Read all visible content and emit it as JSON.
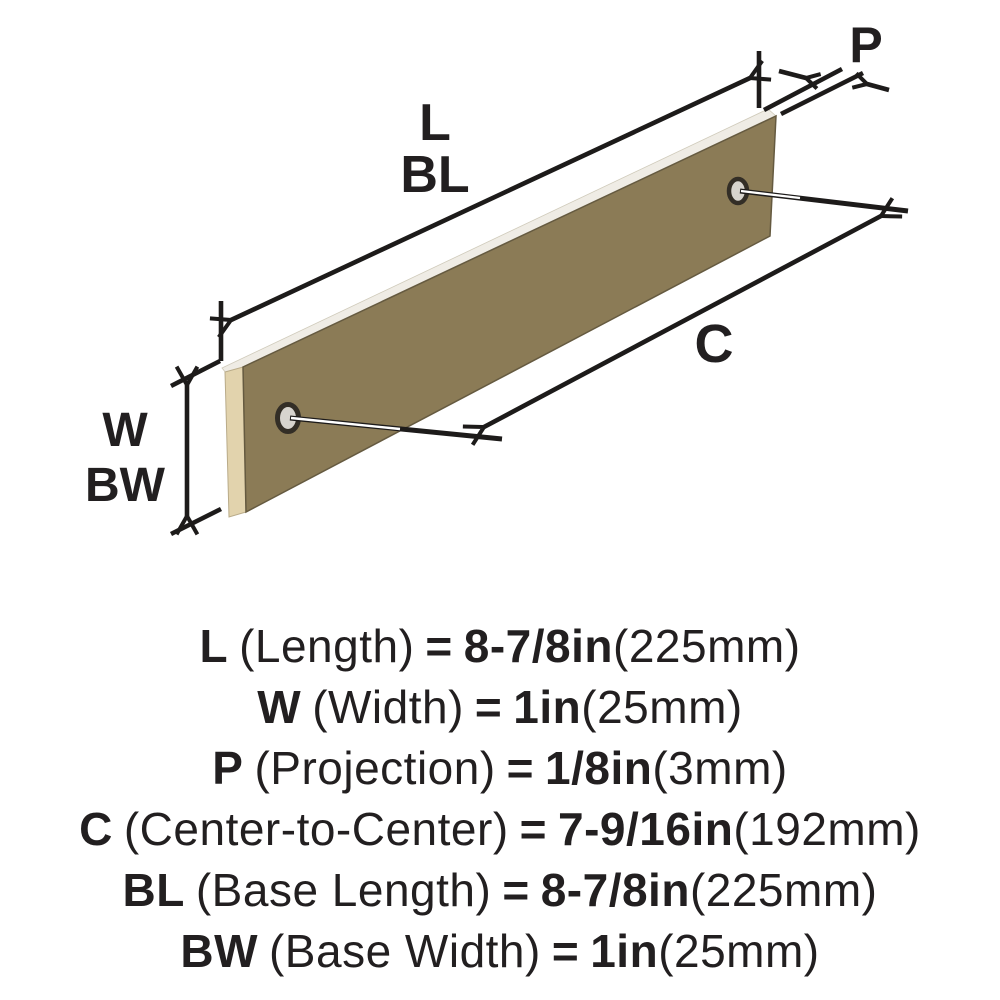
{
  "diagram": {
    "labels": {
      "length": "L",
      "base_length": "BL",
      "projection": "P",
      "center_to_center": "C",
      "width": "W",
      "base_width": "BW"
    },
    "colors": {
      "bar_face": "#8b7b56",
      "bar_end": "#e2d3ad",
      "bar_top": "#efece5",
      "line": "#1d1b1a"
    }
  },
  "specs": [
    {
      "letter": "L",
      "name": "(Length)",
      "eq": "=",
      "value": "8-7/8in",
      "metric": "(225mm)"
    },
    {
      "letter": "W",
      "name": "(Width)",
      "eq": "=",
      "value": "1in",
      "metric": "(25mm)"
    },
    {
      "letter": "P",
      "name": "(Projection)",
      "eq": "=",
      "value": "1/8in",
      "metric": "(3mm)"
    },
    {
      "letter": "C",
      "name": "(Center-to-Center)",
      "eq": "=",
      "value": "7-9/16in",
      "metric": "(192mm)"
    },
    {
      "letter": "BL",
      "name": "(Base Length)",
      "eq": "=",
      "value": "8-7/8in",
      "metric": "(225mm)"
    },
    {
      "letter": "BW",
      "name": "(Base Width)",
      "eq": "=",
      "value": "1in",
      "metric": "(25mm)"
    }
  ]
}
